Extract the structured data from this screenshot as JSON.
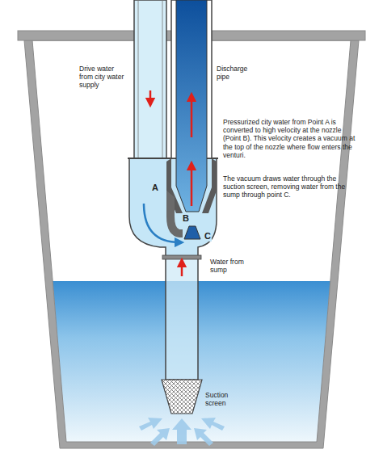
{
  "diagram": {
    "labels": [
      "Drive water from city water supply",
      "Discharge pipe",
      "Pressurized city water from Point A is converted to high velocity at the nozzle (Point B). This velocity creates a vacuum at the top of the nozzle where flow enters the venturi.",
      "The vacuum draws water through the suction screen, removing water from the sump through point C.",
      "A",
      "B",
      "C",
      "Water from sump",
      "Suction screen"
    ]
  }
}
